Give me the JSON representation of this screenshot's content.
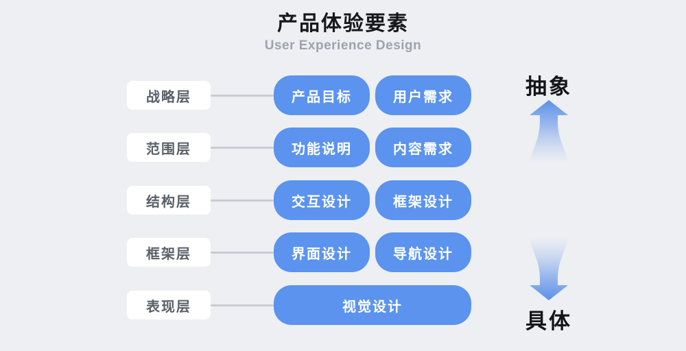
{
  "title": "产品体验要素",
  "subtitle": "User Experience Design",
  "rows": [
    {
      "label": "战略层",
      "boxes": [
        "产品目标",
        "用户需求"
      ]
    },
    {
      "label": "范围层",
      "boxes": [
        "功能说明",
        "内容需求"
      ]
    },
    {
      "label": "结构层",
      "boxes": [
        "交互设计",
        "框架设计"
      ]
    },
    {
      "label": "框架层",
      "boxes": [
        "界面设计",
        "导航设计"
      ]
    },
    {
      "label": "表现层",
      "boxes": [
        "视觉设计"
      ]
    }
  ],
  "axis": {
    "abstract_label": "抽象",
    "concrete_label": "具体",
    "up_arrow_icon": "gradient-arrow-up",
    "down_arrow_icon": "gradient-arrow-down"
  },
  "colors": {
    "background": "#edeff2",
    "box_blue": "#5b93ee",
    "label_background": "#ffffff",
    "label_text": "#596069",
    "connector_gray": "#c8ccd1",
    "title_text": "#17181b",
    "subtitle_text": "#9ea3ab",
    "arrow_blue": "#5b8fe8",
    "box_text": "#ffffff"
  }
}
